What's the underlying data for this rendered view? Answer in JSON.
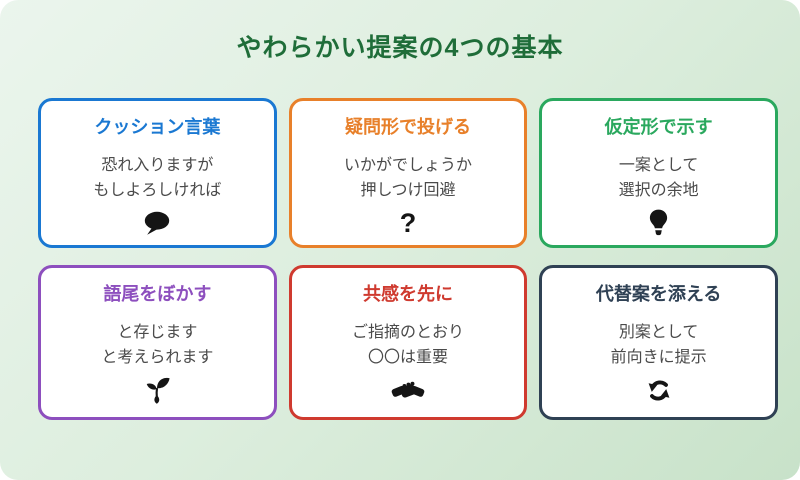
{
  "page": {
    "title": "やわらかい提案の4つの基本",
    "title_color": "#1f6d39",
    "background_gradient": [
      "#ebf5ed",
      "#c8e2c9"
    ]
  },
  "cards": [
    {
      "title": "クッション言葉",
      "lines": [
        "恐れ入りますが",
        "もしよろしければ"
      ],
      "icon": "speech-bubble-icon",
      "accent": "#1a78d2"
    },
    {
      "title": "疑問形で投げる",
      "lines": [
        "いかがでしょうか",
        "押しつけ回避"
      ],
      "icon": "question-mark-icon",
      "accent": "#e8802a",
      "icon_glyph": "?"
    },
    {
      "title": "仮定形で示す",
      "lines": [
        "一案として",
        "選択の余地"
      ],
      "icon": "lightbulb-icon",
      "accent": "#2aa85e"
    },
    {
      "title": "語尾をぼかす",
      "lines": [
        "と存じます",
        "と考えられます"
      ],
      "icon": "sprout-icon",
      "accent": "#8d4fbe"
    },
    {
      "title": "共感を先に",
      "lines": [
        "ご指摘のとおり",
        "〇〇は重要"
      ],
      "icon": "handshake-icon",
      "accent": "#cf3a2f"
    },
    {
      "title": "代替案を添える",
      "lines": [
        "別案として",
        "前向きに提示"
      ],
      "icon": "refresh-icon",
      "accent": "#2f4154"
    }
  ]
}
